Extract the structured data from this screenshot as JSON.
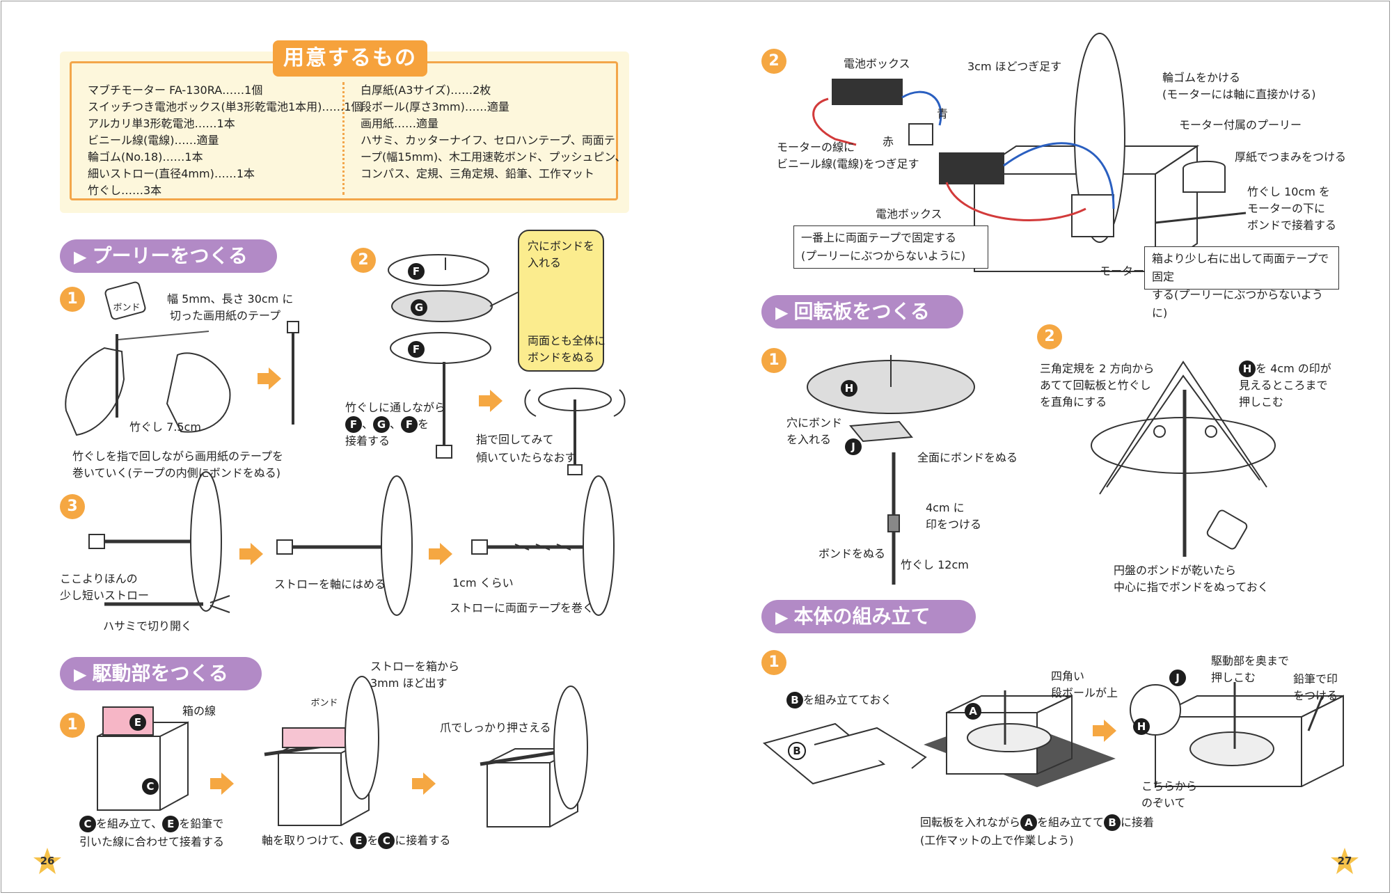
{
  "materials": {
    "title": "用意するもの",
    "left": [
      "マブチモーター FA-130RA……1個",
      "スイッチつき電池ボックス(単3形乾電池1本用)……1個",
      "アルカリ単3形乾電池……1本",
      "ビニール線(電線)……適量",
      "輪ゴム(No.18)……1本",
      "細いストロー(直径4mm)……1本",
      "竹ぐし……3本"
    ],
    "right": [
      "白厚紙(A3サイズ)……2枚",
      "段ボール(厚さ3mm)……適量",
      "画用紙……適量",
      "ハサミ、カッターナイフ、セロハンテープ、両面テ",
      "ープ(幅15mm)、木工用速乾ボンド、プッシュピン、",
      "コンパス、定規、三角定規、鉛筆、工作マット"
    ]
  },
  "sections": {
    "pulley": "プーリーをつくる",
    "drive": "駆動部をつくる",
    "turntable": "回転板をつくる",
    "assembly": "本体の組み立て"
  },
  "triangle": "▶",
  "steps": {
    "one": "1",
    "two": "2",
    "three": "3"
  },
  "marks": {
    "E": "E",
    "C": "C",
    "F": "F",
    "G": "G",
    "H": "H",
    "J": "J",
    "A": "A",
    "B": "B"
  },
  "pulley": {
    "s1_bond": "ボンド",
    "s1_tape_a": "幅 5mm、長さ 30cm に",
    "s1_tape_b": "切った画用紙のテープ",
    "s1_stick": "竹ぐし 7.5cm",
    "s1_cap_a": "竹ぐしを指で回しながら画用紙のテープを",
    "s1_cap_b": "巻いていく(テープの内側にボンドをぬる)",
    "s2_pass_a": "竹ぐしに通しながら",
    "s2_pass_b": "を",
    "s2_pass_c": "接着する",
    "s2_check_a": "指で回してみて",
    "s2_check_b": "傾いていたらなおす",
    "s2_call_a": "穴にボンドを",
    "s2_call_b": "入れる",
    "s2_call_c": "両面とも全体に",
    "s2_call_d": "ボンドをぬる",
    "s3_straw_a": "ここよりほんの",
    "s3_straw_b": "少し短いストロー",
    "s3_cut": "ハサミで切り開く",
    "s3_fit": "ストローを軸にはめる",
    "s3_len": "1cm くらい",
    "s3_wrap": "ストローに両面テープを巻く"
  },
  "drive": {
    "s1_line": "箱の線",
    "s1_bond": "ボンド",
    "s1_straw_a": "ストローを箱から",
    "s1_straw_b": "3mm ほど出す",
    "s1_press": "爪でしっかり押さえる",
    "s1_cap1_a": "を組み立て、",
    "s1_cap1_b": "を鉛筆で",
    "s1_cap1_c": "引いた線に合わせて接着する",
    "s1_cap2_a": "軸を取りつけて、",
    "s1_cap2_b": "を",
    "s1_cap2_c": "に接着する"
  },
  "wiring": {
    "battery_top": "電池ボックス",
    "extend": "3cm ほどつぎ足す",
    "blue": "青",
    "red": "赤",
    "motor_wire_a": "モーターの線に",
    "motor_wire_b": "ビニール線(電線)をつぎ足す",
    "battery_bottom": "電池ボックス",
    "rubber_a": "輪ゴムをかける",
    "rubber_b": "(モーターには軸に直接かける)",
    "motor_pulley": "モーター付属のプーリー",
    "knob": "厚紙でつまみをつける",
    "stick_a": "竹ぐし 10cm を",
    "stick_b": "モーターの下に",
    "stick_c": "ボンドで接着する",
    "note1_a": "一番上に両面テープで固定する",
    "note1_b": "(プーリーにぶつからないように)",
    "motor": "モーター",
    "note2_a": "箱より少し右に出して両面テープで固定",
    "note2_b": "する(プーリーにぶつからないように)"
  },
  "turntable": {
    "s1_hole_a": "穴にボンド",
    "s1_hole_b": "を入れる",
    "s1_all": "全面にボンドをぬる",
    "s1_mark_a": "4cm に",
    "s1_mark_b": "印をつける",
    "s1_bond": "ボンドをぬる",
    "s1_stick": "竹ぐし 12cm",
    "s2_sq_a": "三角定規を 2 方向から",
    "s2_sq_b": "あてて回転板と竹ぐし",
    "s2_sq_c": "を直角にする",
    "s2_h_a": "を 4cm の印が",
    "s2_h_b": "見えるところまで",
    "s2_h_c": "押しこむ",
    "s2_dry_a": "円盤のボンドが乾いたら",
    "s2_dry_b": "中心に指でボンドをぬっておく"
  },
  "assembly": {
    "b_prep": "を組み立てておく",
    "corrugated_a": "四角い",
    "corrugated_b": "段ボールが上",
    "mat": "工作マット",
    "push_a": "駆動部を奥まで",
    "push_b": "押しこむ",
    "pencil_a": "鉛筆で印",
    "pencil_b": "をつける",
    "peek_a": "こちらから",
    "peek_b": "のぞいて",
    "cap_a": "回転板を入れながら",
    "cap_b": "を組み立てて",
    "cap_c": "に接着",
    "cap_d": "(工作マットの上で作業しよう)"
  },
  "pages": {
    "left": "26",
    "right": "27"
  }
}
